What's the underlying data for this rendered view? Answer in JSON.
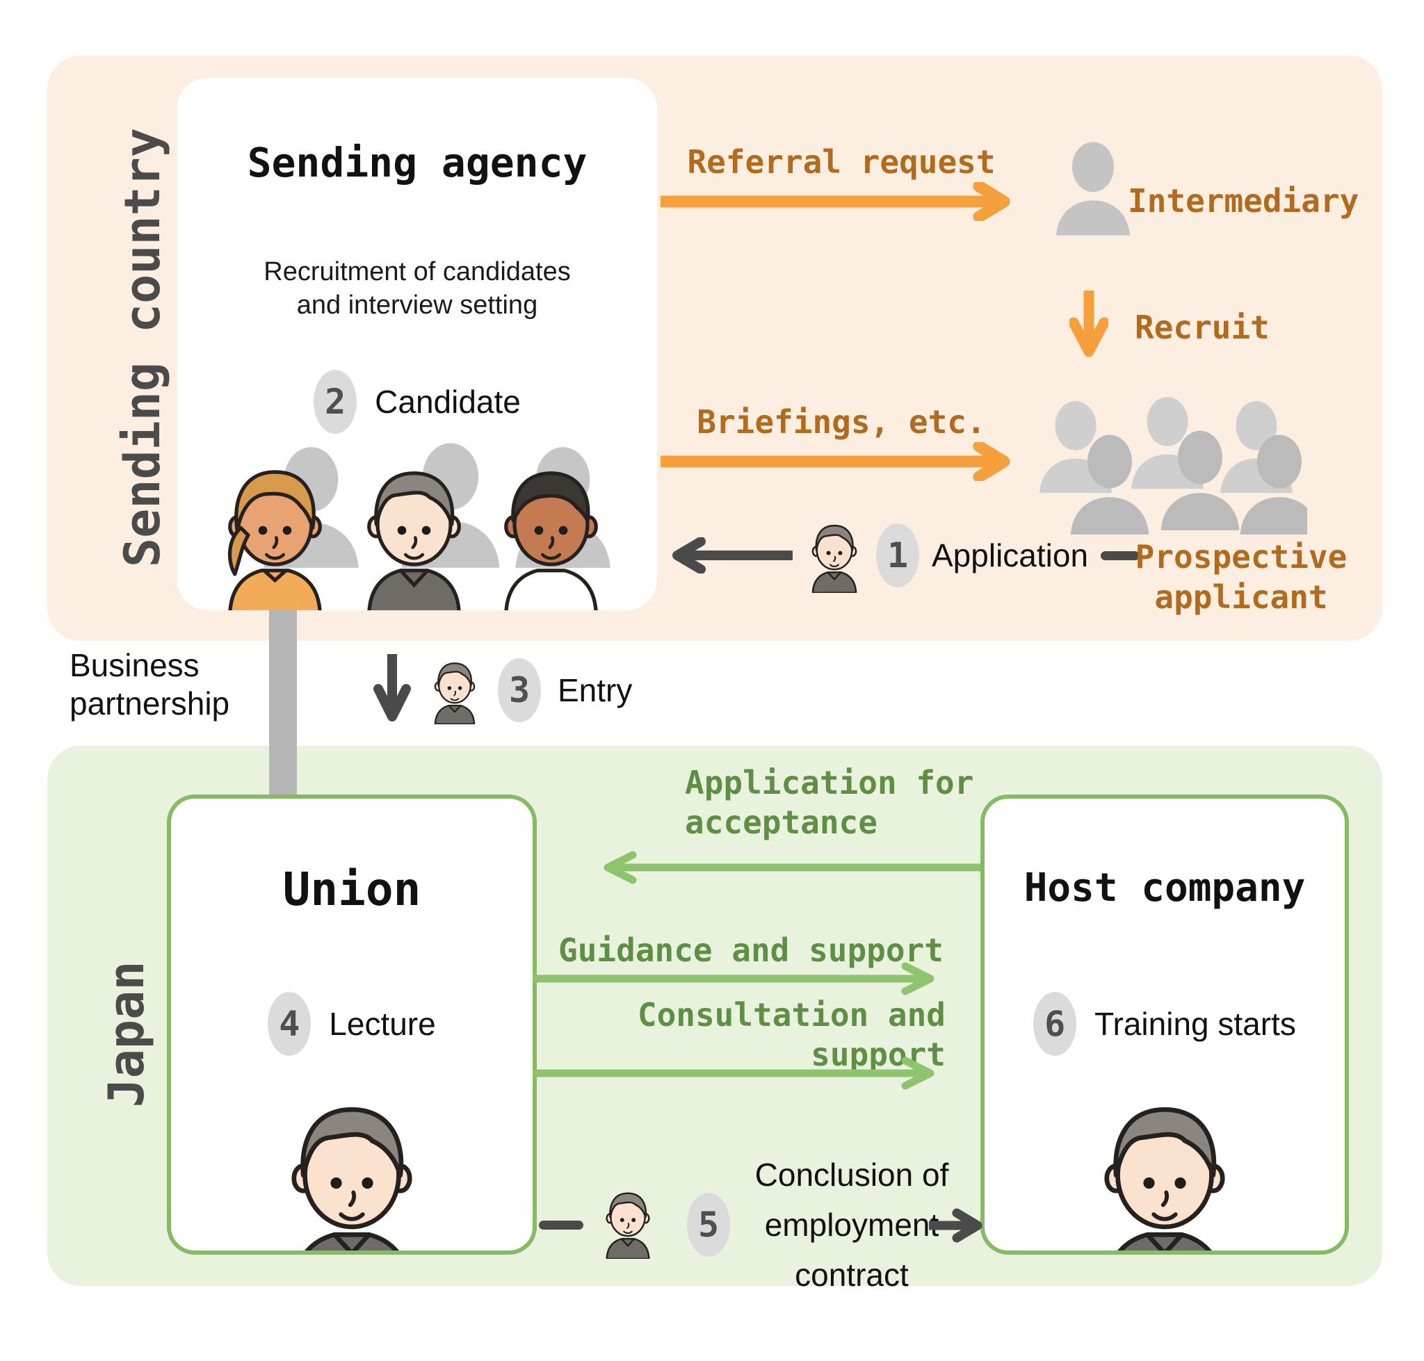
{
  "regions": {
    "sending_country_label": "Sending country",
    "japan_label": "Japan"
  },
  "sending_agency": {
    "title": "Sending agency",
    "subtitle_line1": "Recruitment of candidates",
    "subtitle_line2": "and interview setting",
    "step": {
      "number": "2",
      "label": "Candidate"
    }
  },
  "union": {
    "title": "Union",
    "step": {
      "number": "4",
      "label": "Lecture"
    }
  },
  "host_company": {
    "title": "Host company",
    "step": {
      "number": "6",
      "label": "Training starts"
    }
  },
  "actors": {
    "intermediary_label": "Intermediary",
    "prospective_line1": "Prospective",
    "prospective_line2": "applicant"
  },
  "flows": {
    "referral_request_label": "Referral request",
    "recruit_label": "Recruit",
    "briefings_label": "Briefings, etc.",
    "application_step": {
      "number": "1",
      "label": "Application"
    },
    "business_partnership_line1": "Business",
    "business_partnership_line2": "partnership",
    "entry_step": {
      "number": "3",
      "label": "Entry"
    },
    "acceptance_line1": "Application for",
    "acceptance_line2": "acceptance",
    "guidance_label": "Guidance and support",
    "consultation_line1": "Consultation and",
    "consultation_line2": "support",
    "contract_step": {
      "number": "5",
      "line1": "Conclusion of",
      "line2": "employment",
      "line3": "contract"
    }
  },
  "icons": {
    "intermediary": "person-silhouette-icon",
    "prospective_applicants": "people-crowd-icon",
    "candidates": "three-candidates-icon",
    "applicant_face": "trainee-face-icon",
    "union_staff": "union-staff-face-icon",
    "host_staff": "host-staff-face-icon"
  },
  "colors": {
    "sending_panel_bg": "#FCEFE2",
    "japan_panel_bg": "#E9F2DD",
    "orange_arrow": "#F5A03C",
    "orange_text": "#B26A1D",
    "green_border": "#85BB62",
    "green_arrow": "#8FC46F",
    "green_text": "#5E8F45",
    "dark_arrow": "#4A4A4A",
    "step_circle_bg": "#DBDBDB"
  }
}
